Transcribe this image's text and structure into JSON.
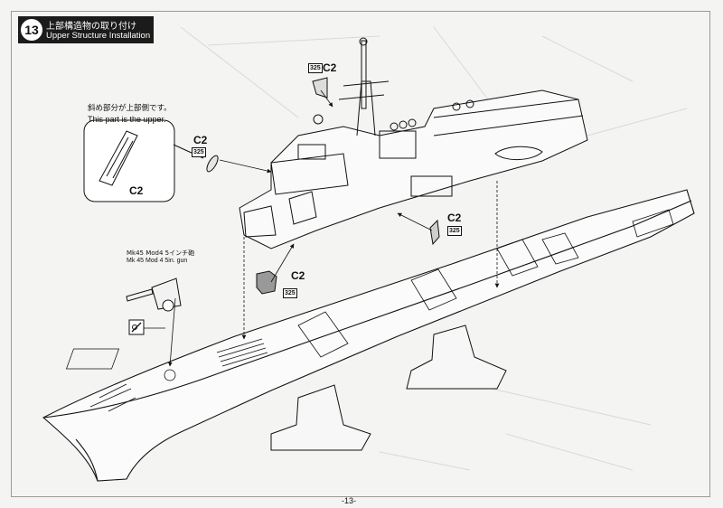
{
  "step": {
    "number": "13",
    "title_jp": "上部構造物の取り付け",
    "title_en": "Upper Structure Installation"
  },
  "callouts": {
    "top": {
      "part": "C2",
      "sprue": "325"
    },
    "left": {
      "part": "C2",
      "sprue": "325"
    },
    "right": {
      "part": "C2",
      "sprue": "325"
    },
    "center": {
      "part": "C2",
      "sprue": "325"
    },
    "detail": {
      "part": "C2",
      "note_jp": "斜め部分が上部側です。",
      "note_en": "This part is the upper."
    }
  },
  "gun": {
    "label_jp": "Mk45 Mod4 5インチ砲",
    "label_en": "Mk 45 Mod 4 5in. gun"
  },
  "icons": [
    "no-glue-icon"
  ],
  "page_number": "-13-"
}
